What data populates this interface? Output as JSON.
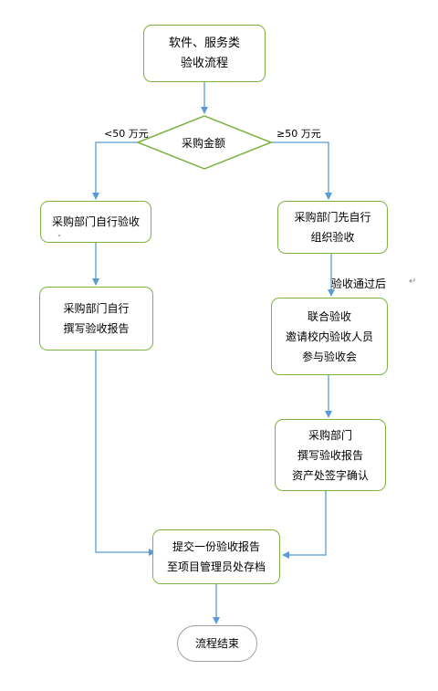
{
  "nodes": {
    "start": [
      "软件、服务类",
      "验收流程"
    ],
    "decision": "采购金额",
    "self_accept": "采购部门自行验收",
    "self_report": [
      "采购部门自行",
      "撰写验收报告"
    ],
    "first_accept": [
      "采购部门先自行",
      "组织验收"
    ],
    "joint_accept": [
      "联合验收",
      "邀请校内验收人员",
      "参与验收会"
    ],
    "dept_report": [
      "采购部门",
      "撰写验收报告",
      "资产处签字确认"
    ],
    "submit": [
      "提交一份验收报告",
      "至项目管理员处存档"
    ],
    "end": "流程结束"
  },
  "labels": {
    "lt50": "<50 万元",
    "ge50": "≥50 万元",
    "after_accept": "验收通过后",
    "return_mark": "↵"
  },
  "colors": {
    "node_border": "#7cb342",
    "end_border": "#9e9e9e",
    "arrow": "#5b9bd5"
  }
}
